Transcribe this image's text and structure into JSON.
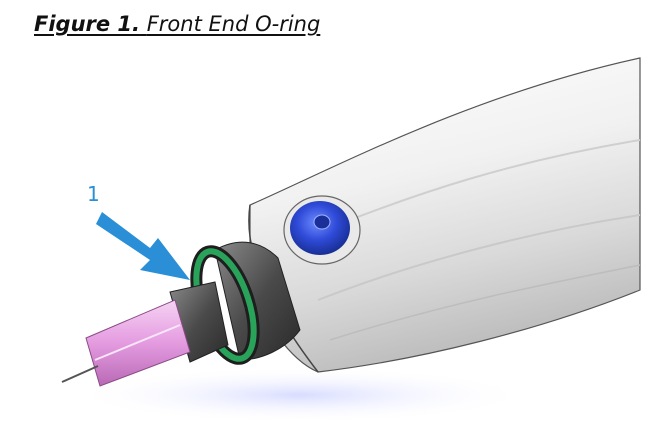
{
  "figure": {
    "label": "Figure 1.",
    "caption": "Front End O-ring"
  },
  "callouts": [
    {
      "number": "1"
    }
  ],
  "colors": {
    "callout": "#2a8fd6",
    "oring": "#2aa35a",
    "button": "#2f4bd8",
    "needle_hub": "#e8a6e6"
  }
}
